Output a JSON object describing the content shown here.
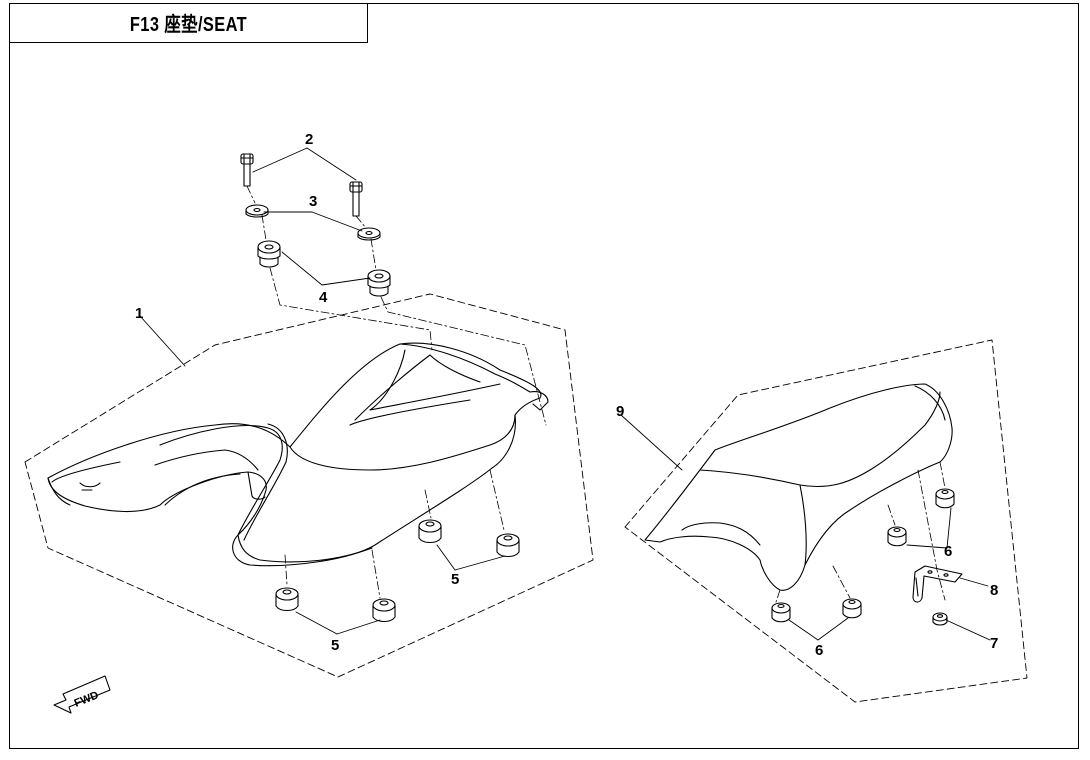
{
  "title": "F13  座垫/SEAT",
  "callouts": {
    "c1": "1",
    "c2": "2",
    "c3": "3",
    "c4": "4",
    "c5a": "5",
    "c5b": "5",
    "c6a": "6",
    "c6b": "6",
    "c7": "7",
    "c8": "8",
    "c9": "9"
  },
  "fwd_label": "FWD"
}
